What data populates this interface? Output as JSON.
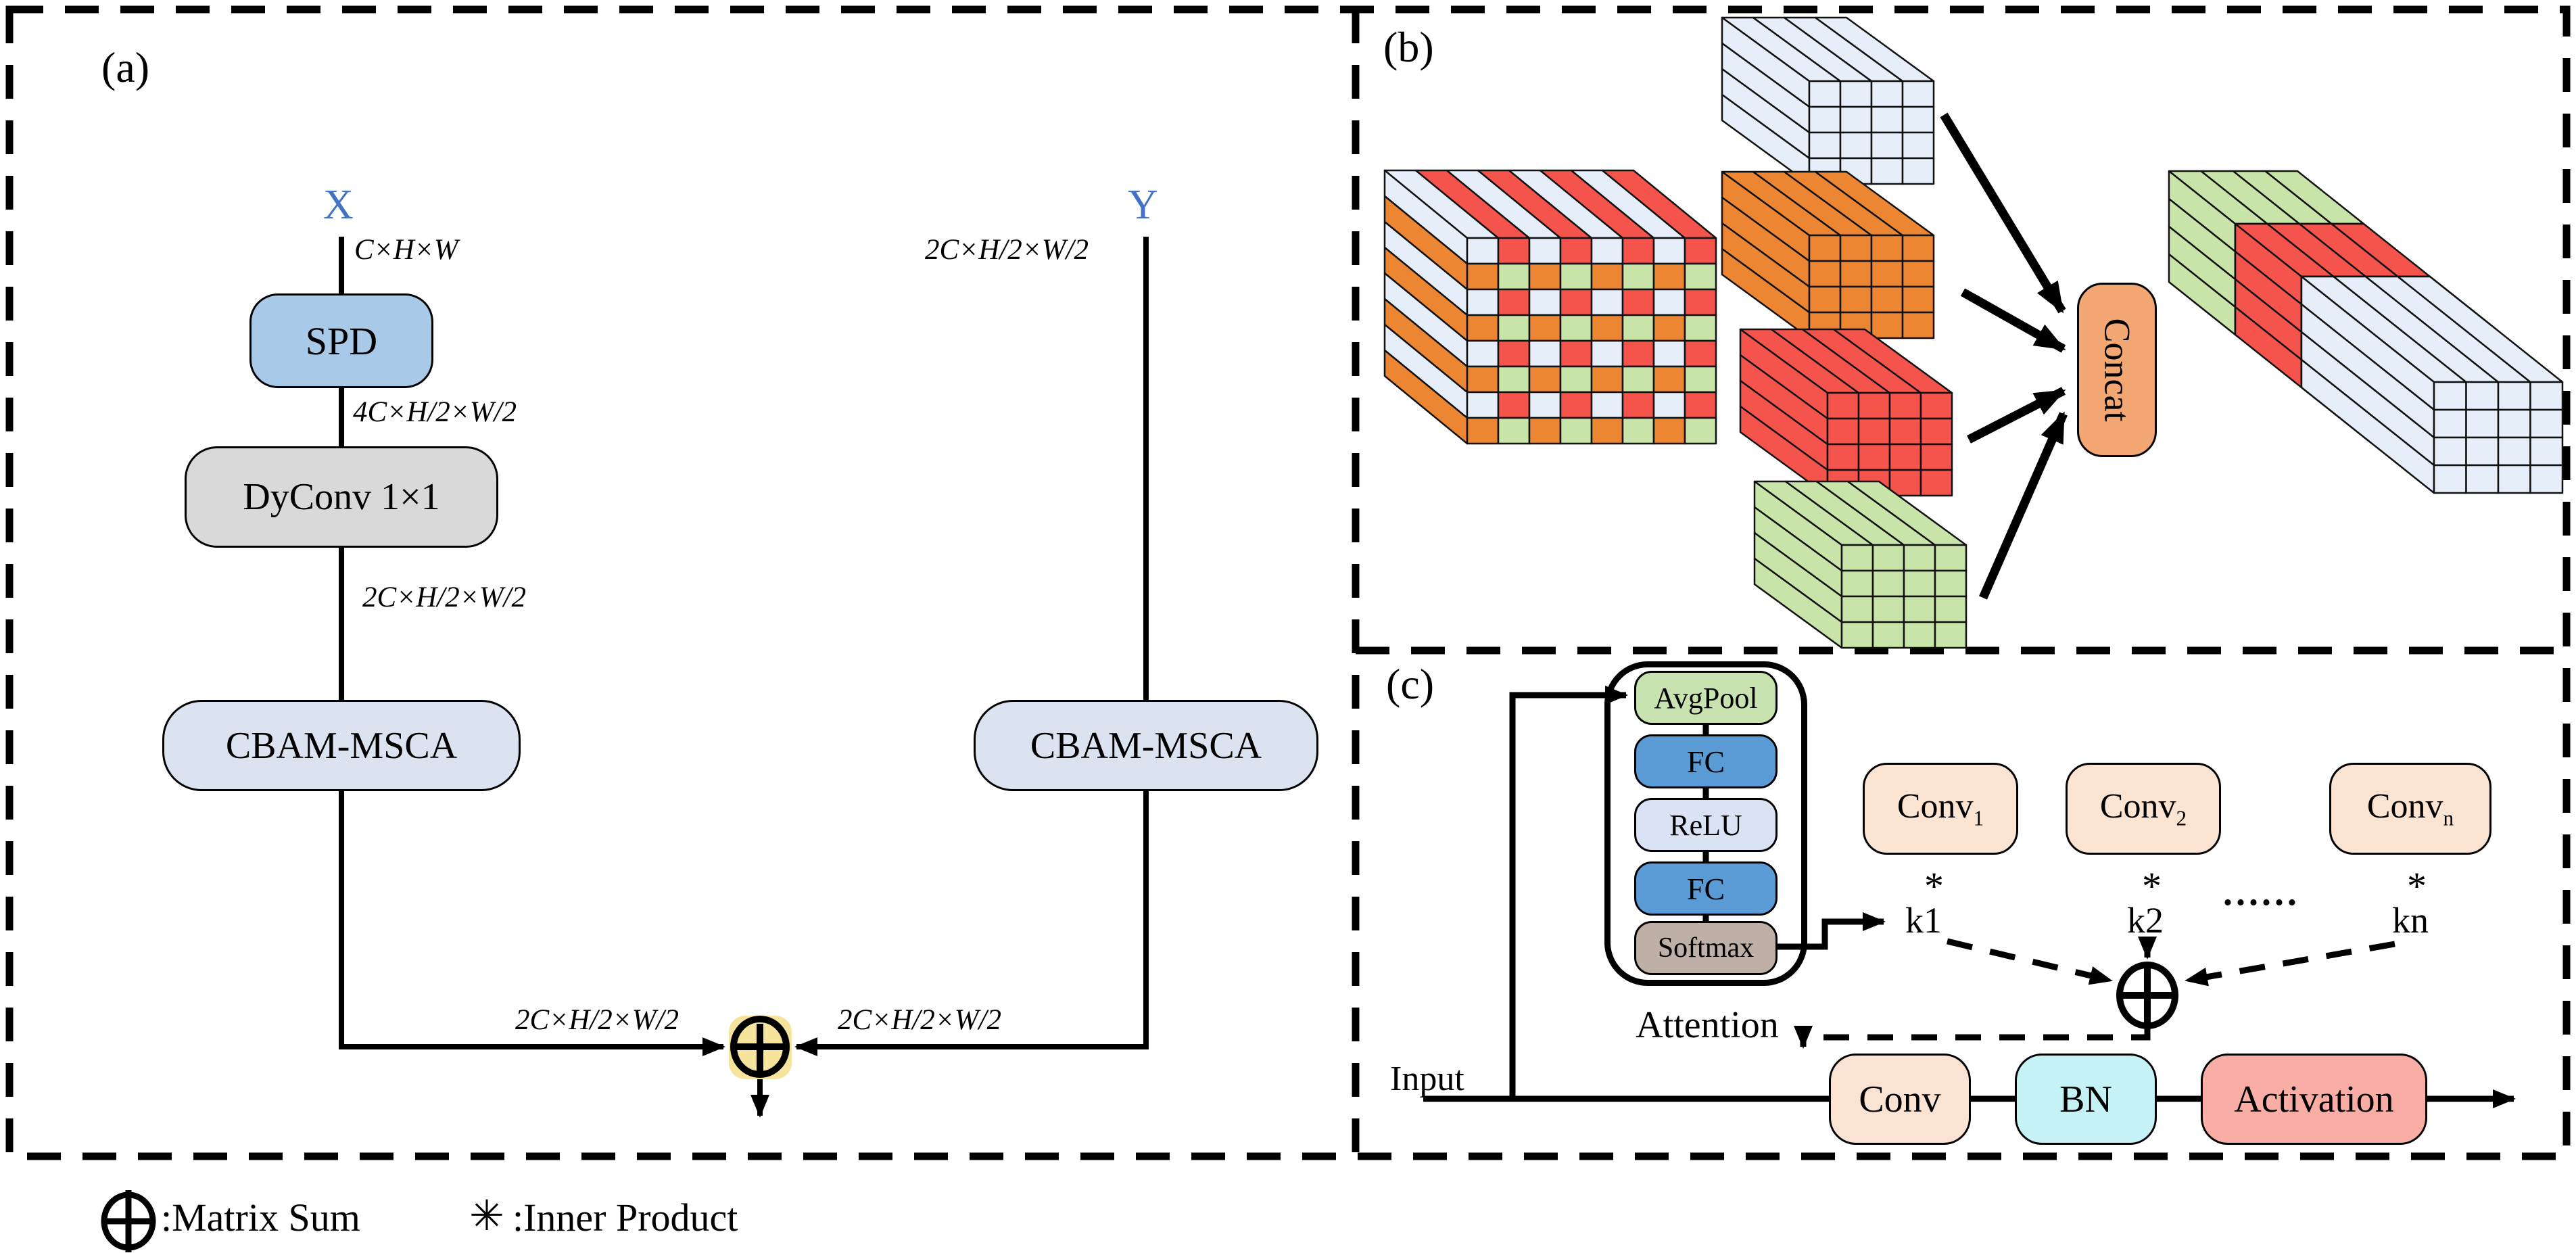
{
  "panel_a": {
    "label": "(a)",
    "input_x": "X",
    "input_y": "Y",
    "dim_x": "C×H×W",
    "dim_y": "2C×H/2×W/2",
    "spd": "SPD",
    "dim_after_spd": "4C×H/2×W/2",
    "dyconv": "DyConv 1×1",
    "dim_after_dyconv": "2C×H/2×W/2",
    "cbam_left": "CBAM-MSCA",
    "cbam_right": "CBAM-MSCA",
    "dim_sum_left": "2C×H/2×W/2",
    "dim_sum_right": "2C×H/2×W/2"
  },
  "panel_b": {
    "label": "(b)",
    "concat": "Concat"
  },
  "panel_c": {
    "label": "(c)",
    "attention_title": "Attention",
    "stack": [
      {
        "label": "AvgPool"
      },
      {
        "label": "FC"
      },
      {
        "label": "ReLU"
      },
      {
        "label": "FC"
      },
      {
        "label": "Softmax"
      }
    ],
    "branches": [
      {
        "base": "Conv",
        "sub": "1",
        "kernel": "k1",
        "star": "*"
      },
      {
        "base": "Conv",
        "sub": "2",
        "kernel": "k2",
        "star": "*"
      },
      {
        "base": "Conv",
        "sub": "n",
        "kernel": "kn",
        "star": "*"
      }
    ],
    "dots": "......",
    "input_label": "Input",
    "conv": "Conv",
    "bn": "BN",
    "activation": "Activation"
  },
  "legend": {
    "sum_symbol": "⊕",
    "sum_label": ":Matrix Sum",
    "product_symbol": "✳",
    "product_label": ":Inner Product"
  },
  "colors": {
    "xy_label": "#4472c4",
    "spd": "#a9c9e9",
    "dyconv": "#d9d9d9",
    "cbam": "#dce3f0",
    "sum_bg": "#f7e49c",
    "concat": "#f3a873",
    "avgpool": "#c8e2b0",
    "fc": "#5b9bd5",
    "relu": "#dae3f3",
    "softmax": "#bfb0a7",
    "conv_branch": "#fce4d2",
    "conv": "#fbe3d3",
    "bn": "#c5f2f5",
    "activation": "#f8aea4",
    "cube_blue": "#e6eefa",
    "cube_red": "#f5544c",
    "cube_orange": "#ed8633",
    "cube_green": "#c9e4a8",
    "cube_stroke": "#111111"
  }
}
